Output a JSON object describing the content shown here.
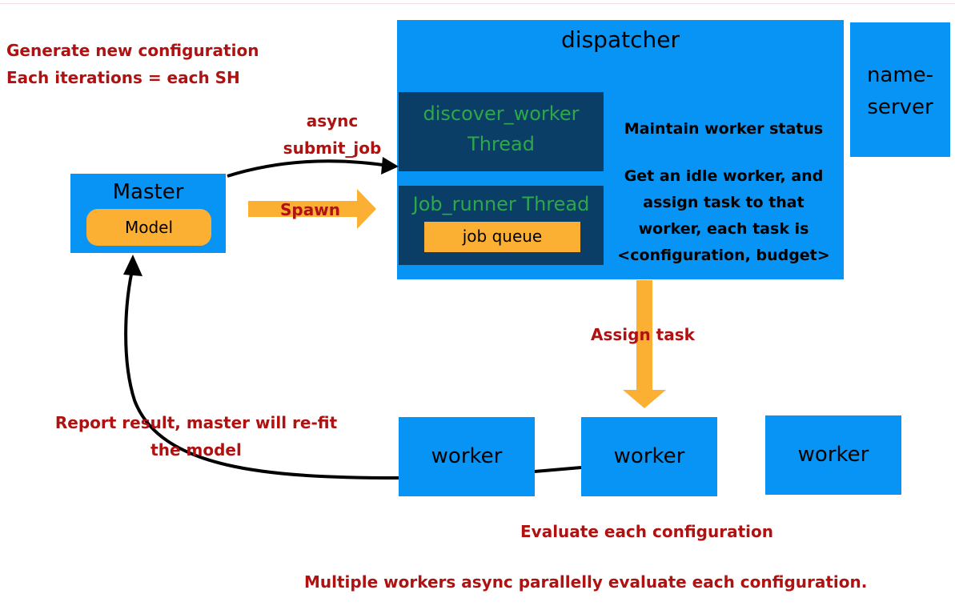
{
  "header_note": {
    "line1": "Generate new configuration",
    "line2": "Each iterations = each SH"
  },
  "dispatcher": {
    "title": "dispatcher",
    "discover_line1": "discover_worker",
    "discover_line2": "Thread",
    "job_runner": "Job_runner Thread",
    "job_queue": "job queue",
    "status1": "Maintain worker status",
    "status2_lines": [
      "Get an idle worker, and",
      "assign task to that",
      "worker, each task is",
      "<configuration, budget>"
    ]
  },
  "nameserver": {
    "line1": "name-",
    "line2": "server"
  },
  "master": {
    "title": "Master",
    "model": "Model"
  },
  "arrows": {
    "async_line1": "async",
    "async_line2": "submit_job",
    "spawn": "Spawn",
    "assign": "Assign task",
    "report_line1": "Report result, master will re-fit",
    "report_line2": "the model"
  },
  "workers": [
    "worker",
    "worker",
    "worker"
  ],
  "footer": {
    "evaluate": "Evaluate each configuration",
    "multiple": "Multiple workers async parallelly evaluate each configuration."
  },
  "colors": {
    "box_blue": "#0894f5",
    "dark_blue": "#0b3e66",
    "orange": "#fbb033",
    "red_text": "#b01111",
    "green_text": "#2ca84a"
  }
}
